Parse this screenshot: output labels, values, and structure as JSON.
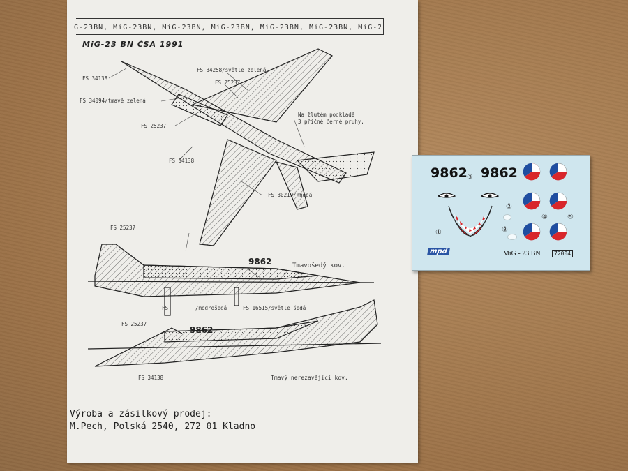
{
  "sheet": {
    "strip_text": "G-23BN, MiG-23BN, MiG-23BN, MiG-23BN, MiG-23BN, MiG-23BN, MiG-2",
    "heading": "MiG-23 BN ČSA 1991",
    "labels": {
      "fs34138_a": "FS 34138",
      "fs34094": "FS 34094/tmavě zelená",
      "fs34258": "FS 34258/světle zelená",
      "fs25237_a": "FS 25237",
      "fs25237_b": "FS 25237",
      "fs34138_b": "FS 34138",
      "fs30219": "FS 30219/hnědá",
      "fs25237_c": "FS 25237",
      "fs_plain": "FS",
      "modroseda": "/modrošedá",
      "fs16515": "FS 16515/světle šedá",
      "fs25237_d": "FS 25237",
      "fs34138_c": "FS 34138",
      "tmavoseda": "Tmavošedý kov.",
      "tmavy": "Tmavý nerezavějící kov.",
      "serial_1": "9862",
      "serial_2": "9862"
    },
    "note_lines": [
      "Na žlutém podkladě",
      "3 příčné černé pruhy."
    ],
    "footer_lines": [
      "Výroba a zásilkový prodej:",
      "M.Pech, Polská 2540, 272 01 Kladno"
    ]
  },
  "decal": {
    "serial_left": "9862",
    "serial_right": "9862",
    "markers": {
      "m1": "①",
      "m2": "②",
      "m3": "③",
      "m4": "④",
      "m5": "⑤",
      "m8": "⑧"
    },
    "logo": "mpd",
    "model": "MiG - 23 BN",
    "code": "72004",
    "colors": {
      "background": "#cfe6ee",
      "red": "#d8262b",
      "blue": "#1f4ea1",
      "white": "#ffffff"
    }
  }
}
